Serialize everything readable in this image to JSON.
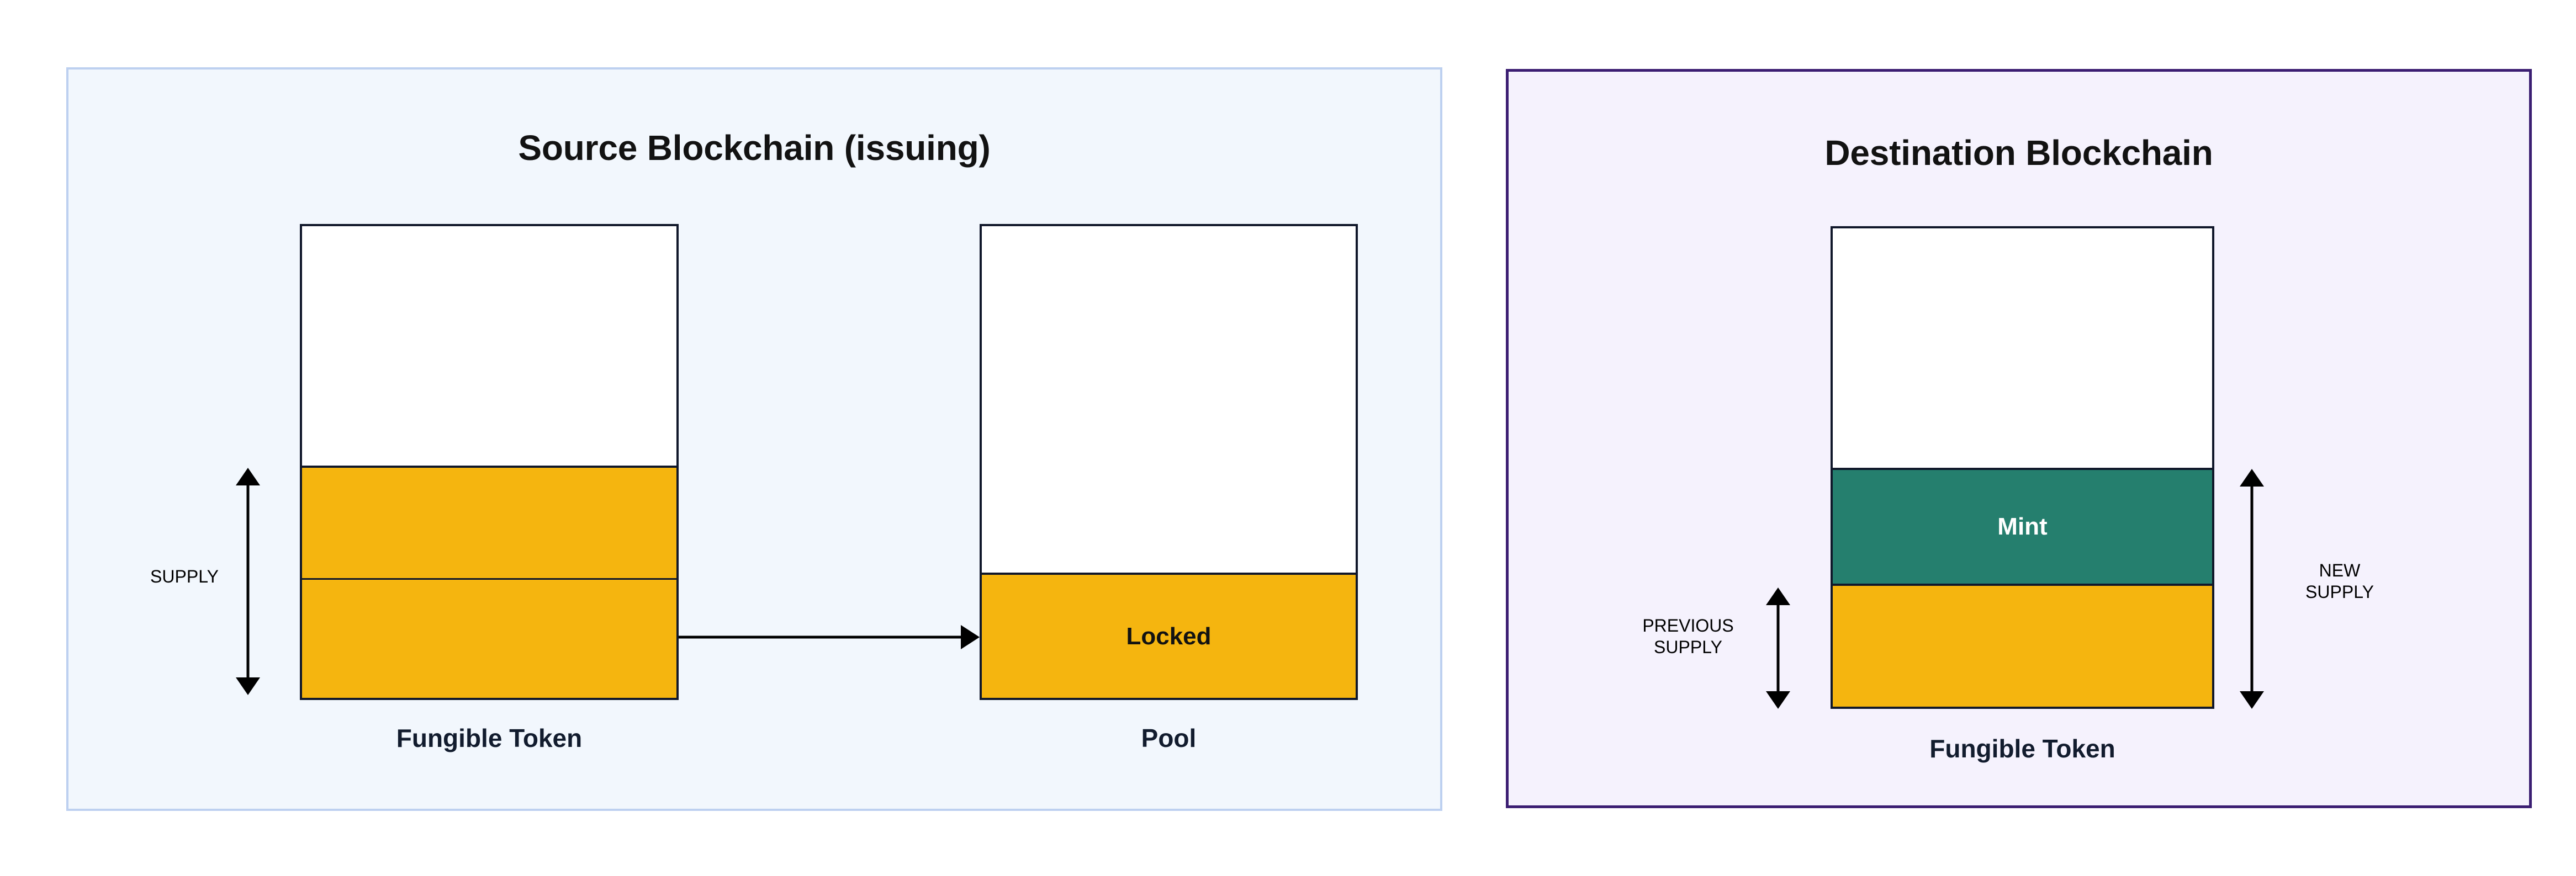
{
  "source_panel": {
    "title": "Source Blockchain (issuing)",
    "background_color": "#f2f7fd",
    "border_color": "#bdd0f0",
    "token_bar": {
      "caption": "Fungible Token",
      "segments": [
        {
          "name": "empty-headroom",
          "color": "#ffffff",
          "label": ""
        },
        {
          "name": "supply-upper",
          "color": "#f5b50f",
          "label": ""
        },
        {
          "name": "supply-lower",
          "color": "#f5b50f",
          "label": ""
        }
      ]
    },
    "supply_measure": {
      "label": "SUPPLY"
    },
    "pool_bar": {
      "caption": "Pool",
      "segments": [
        {
          "name": "empty-headroom",
          "color": "#ffffff",
          "label": ""
        },
        {
          "name": "locked",
          "color": "#f5b50f",
          "label": "Locked"
        }
      ]
    }
  },
  "destination_panel": {
    "title": "Destination Blockchain",
    "background_color": "#f5f2fd",
    "border_color": "#3b1e72",
    "token_bar": {
      "caption": "Fungible Token",
      "segments": [
        {
          "name": "empty-headroom",
          "color": "#ffffff",
          "label": ""
        },
        {
          "name": "mint",
          "color": "#257f6e",
          "label": "Mint"
        },
        {
          "name": "previous-supply",
          "color": "#f5b50f",
          "label": ""
        }
      ]
    },
    "previous_supply_measure": {
      "label": "PREVIOUS\nSUPPLY"
    },
    "new_supply_measure": {
      "label": "NEW\nSUPPLY"
    }
  },
  "flow": {
    "transfer_arrow_name": "lock-transfer-arrow"
  },
  "colors": {
    "token_yellow": "#f5b50f",
    "mint_teal": "#257f6e",
    "outline": "#10172a",
    "source_border": "#bdd0f0",
    "destination_border": "#3b1e72"
  }
}
